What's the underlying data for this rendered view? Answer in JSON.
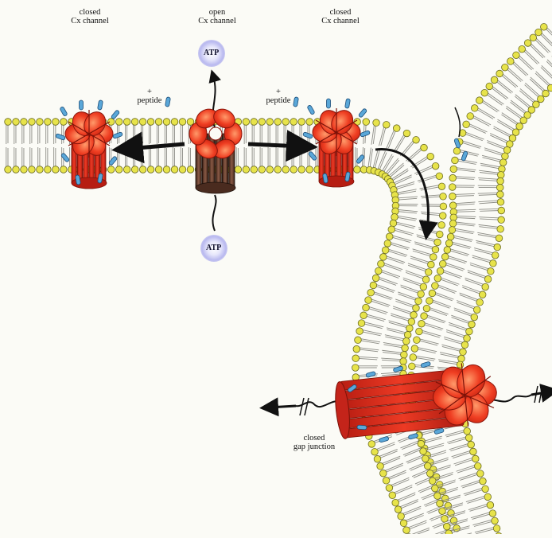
{
  "labels": {
    "closed_left": {
      "line1": "closed",
      "line2": "Cx channel"
    },
    "open_center": {
      "line1": "open",
      "line2": "Cx channel"
    },
    "closed_right": {
      "line1": "closed",
      "line2": "Cx channel"
    },
    "peptide_left": {
      "plus": "+",
      "text": "peptide"
    },
    "peptide_right": {
      "plus": "+",
      "text": "peptide"
    },
    "atp_top": "ATP",
    "atp_bottom": "ATP",
    "gap_junction": {
      "line1": "closed",
      "line2": "gap junction"
    }
  },
  "colors": {
    "background": "#fbfbf6",
    "lipid_head": "#e7e34a",
    "connexin": "#e8271b",
    "connexin_open": "#6b3a2a",
    "peptide": "#5aa7d8",
    "atp_glow": "#b9b9ef"
  }
}
